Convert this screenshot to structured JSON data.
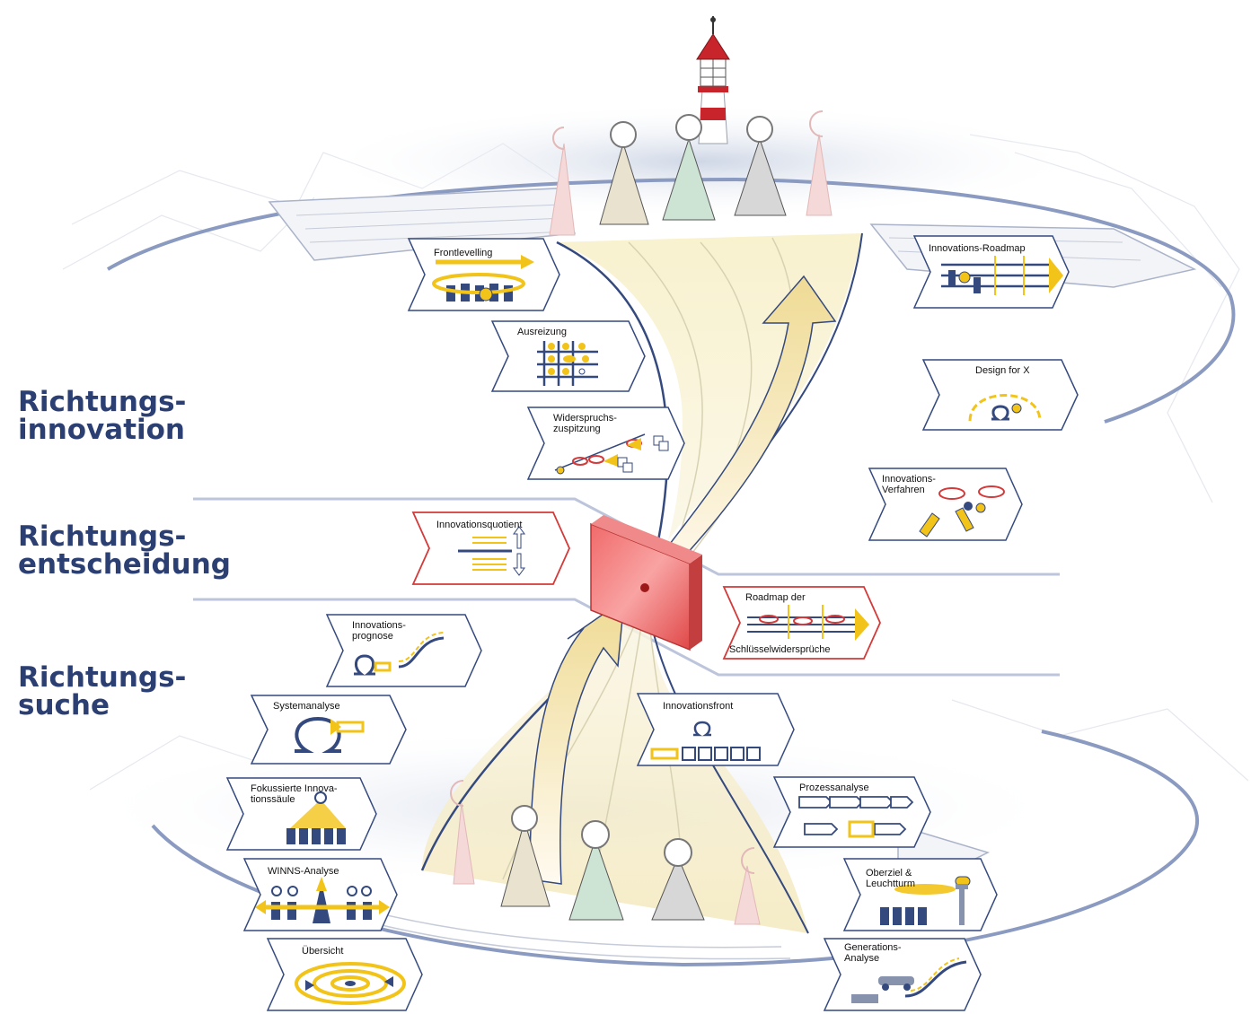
{
  "phases": {
    "richtungsinnovation": [
      "Richtungs-",
      "innovation"
    ],
    "richtungsentscheidung": [
      "Richtungs-",
      "entscheidung"
    ],
    "richtungssuche": [
      "Richtungs-",
      "suche"
    ]
  },
  "cards": {
    "frontlevelling": "Frontlevelling",
    "ausreizung": "Ausreizung",
    "widerspruchszuspitzung": "Widerspruchs-\nzuspitzung",
    "innovationsquotient": "Innovationsquotient",
    "innovationsprognose": "Innovations-\nprognose",
    "systemanalyse": "Systemanalyse",
    "fokussierte_innovationssaeule": "Fokussierte  Innova-\ntionssäule",
    "winns_analyse": "WINNS-Analyse",
    "uebersicht": "Übersicht",
    "innovations_roadmap": "Innovations-Roadmap",
    "design_for_x": "Design for X",
    "innovations_verfahren": "Innovations-\nVerfahren",
    "roadmap_der_top": "Roadmap  der",
    "roadmap_der_bottom": "Schlüsselwidersprüche",
    "innovationsfront": "Innovationsfront",
    "prozessanalyse": "Prozessanalyse",
    "oberziel_leuchtturm": "Oberziel &\nLeuchtturm",
    "generations_analyse": "Generations-\nAnalyse"
  },
  "colors": {
    "phase_text": "#2b3f73",
    "accent_yellow": "#f2c318",
    "navy": "#2b3f73",
    "card_border": "#34497e",
    "decision_red": "#e25a5a",
    "lighthouse_red": "#c8242b"
  },
  "icons": {
    "lighthouse": "lighthouse-icon",
    "decision_wall": "red-decision-wall-icon",
    "omega": "omega-icon",
    "bulb": "bulb-icon"
  }
}
